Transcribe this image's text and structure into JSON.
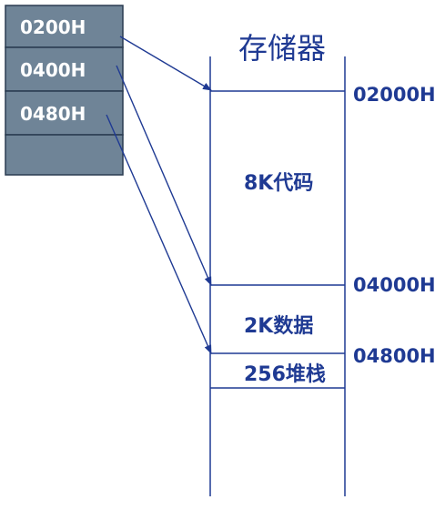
{
  "segment_registers": {
    "values": [
      "0200H",
      "0400H",
      "0480H",
      ""
    ],
    "fill_color": "#6f8497",
    "border_color": "#2a3b50",
    "text_color": "#ffffff"
  },
  "memory": {
    "title": "存储器",
    "line_color": "#1f3a93",
    "regions": [
      {
        "label": "8K代码"
      },
      {
        "label": "2K数据"
      },
      {
        "label": "256堆栈"
      }
    ],
    "addresses": [
      "02000H",
      "04000H",
      "04800H"
    ]
  },
  "arrows": {
    "color": "#1f3a93",
    "links": [
      {
        "from": "0200H",
        "to": "02000H"
      },
      {
        "from": "0400H",
        "to": "04000H"
      },
      {
        "from": "0480H",
        "to": "04800H"
      }
    ]
  }
}
